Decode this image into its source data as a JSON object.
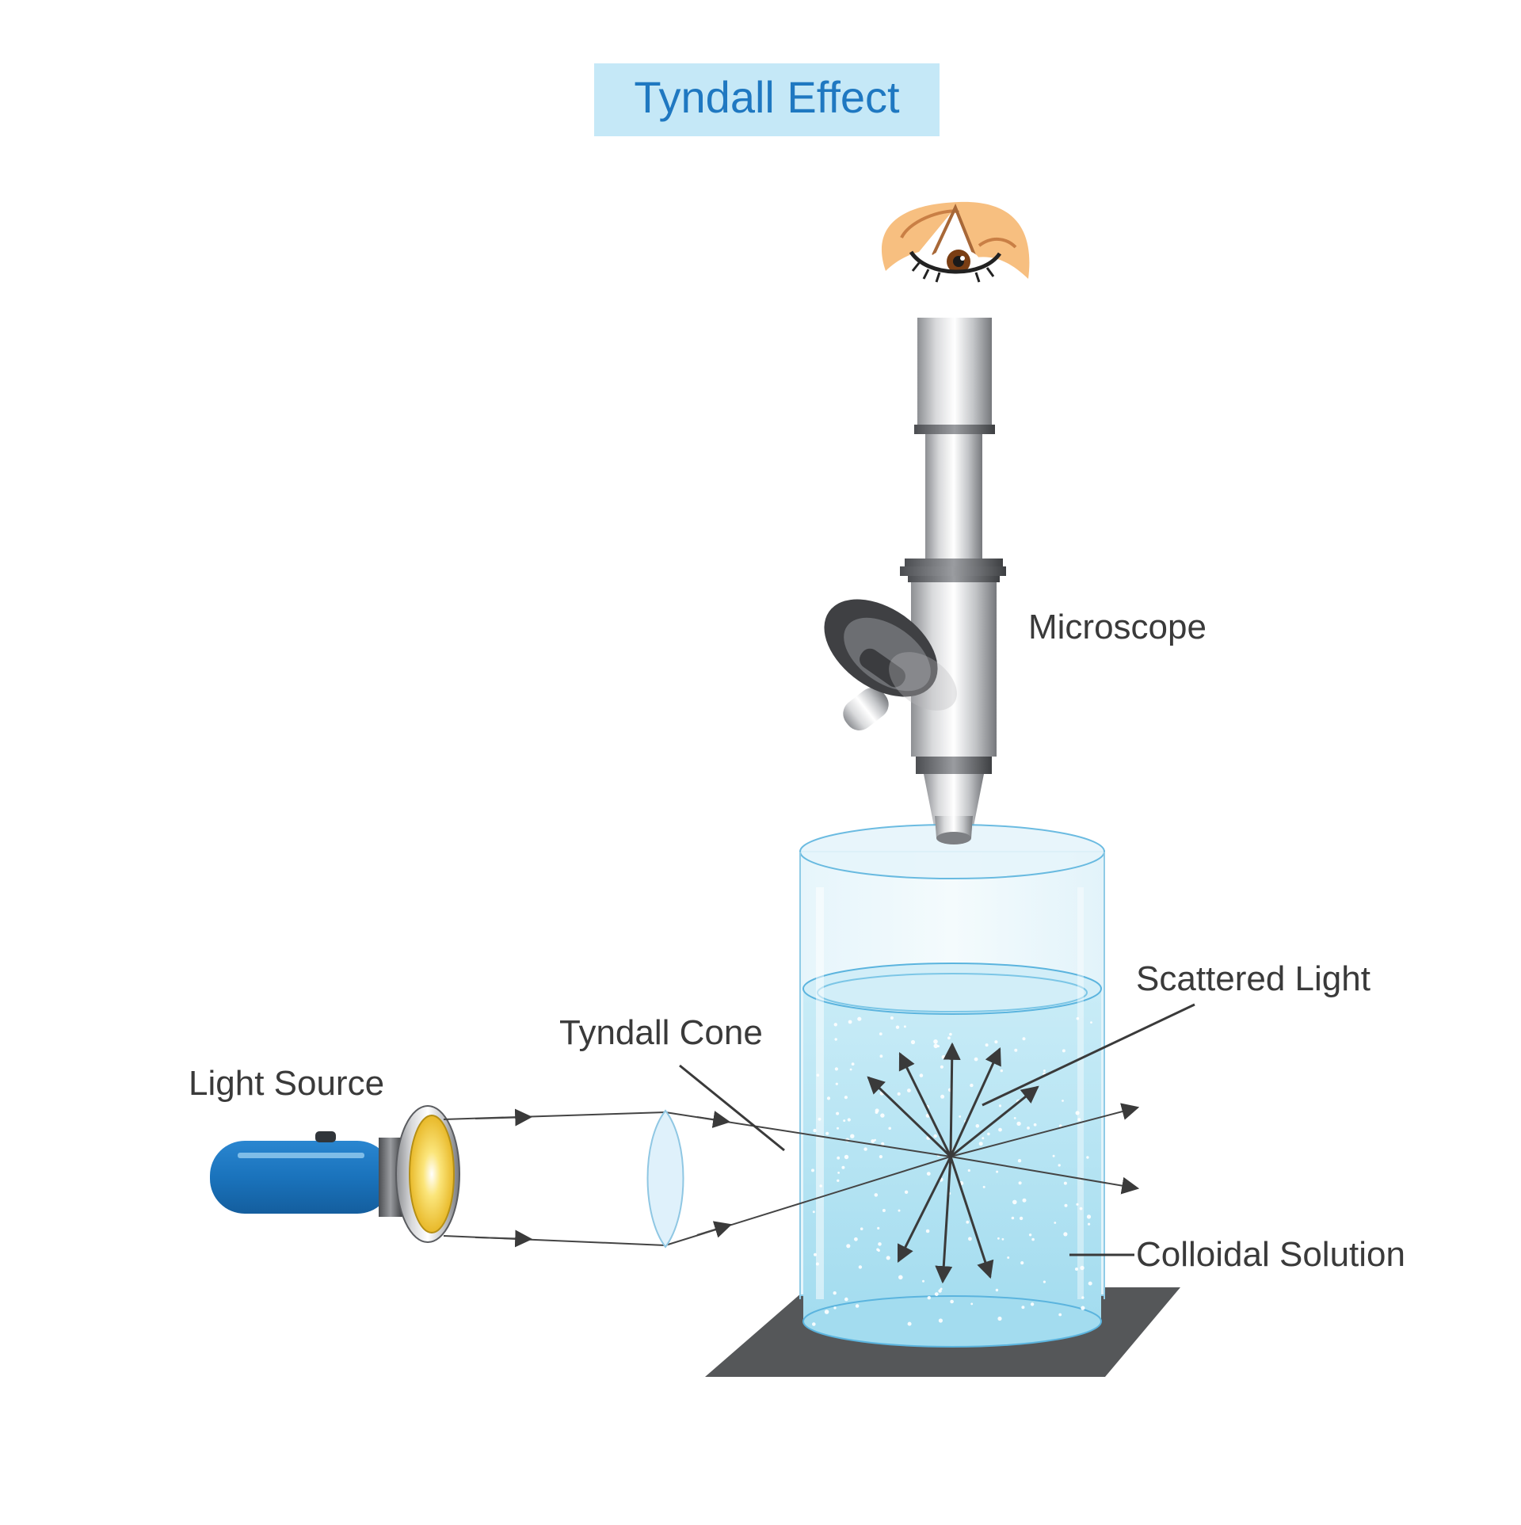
{
  "title": "Tyndall Effect",
  "labels": {
    "microscope": "Microscope",
    "scattered_light": "Scattered Light",
    "tyndall_cone": "Tyndall Cone",
    "light_source": "Light Source",
    "colloidal_solution": "Colloidal Solution"
  },
  "colors": {
    "title_bg": "#c5e8f7",
    "title_text": "#1f78c1",
    "label_text": "#3a3a3a",
    "flashlight_body": "#1a73bc",
    "bulb": "#f7d33c",
    "solution": "#a9dff0",
    "beaker_outline": "#5bb4de",
    "base_plate": "#555759",
    "skin": "#f7bf80",
    "iris": "#7a3e14"
  },
  "icons": [
    "eye-icon",
    "microscope-icon",
    "flashlight-icon",
    "lens-icon",
    "beaker-icon"
  ]
}
